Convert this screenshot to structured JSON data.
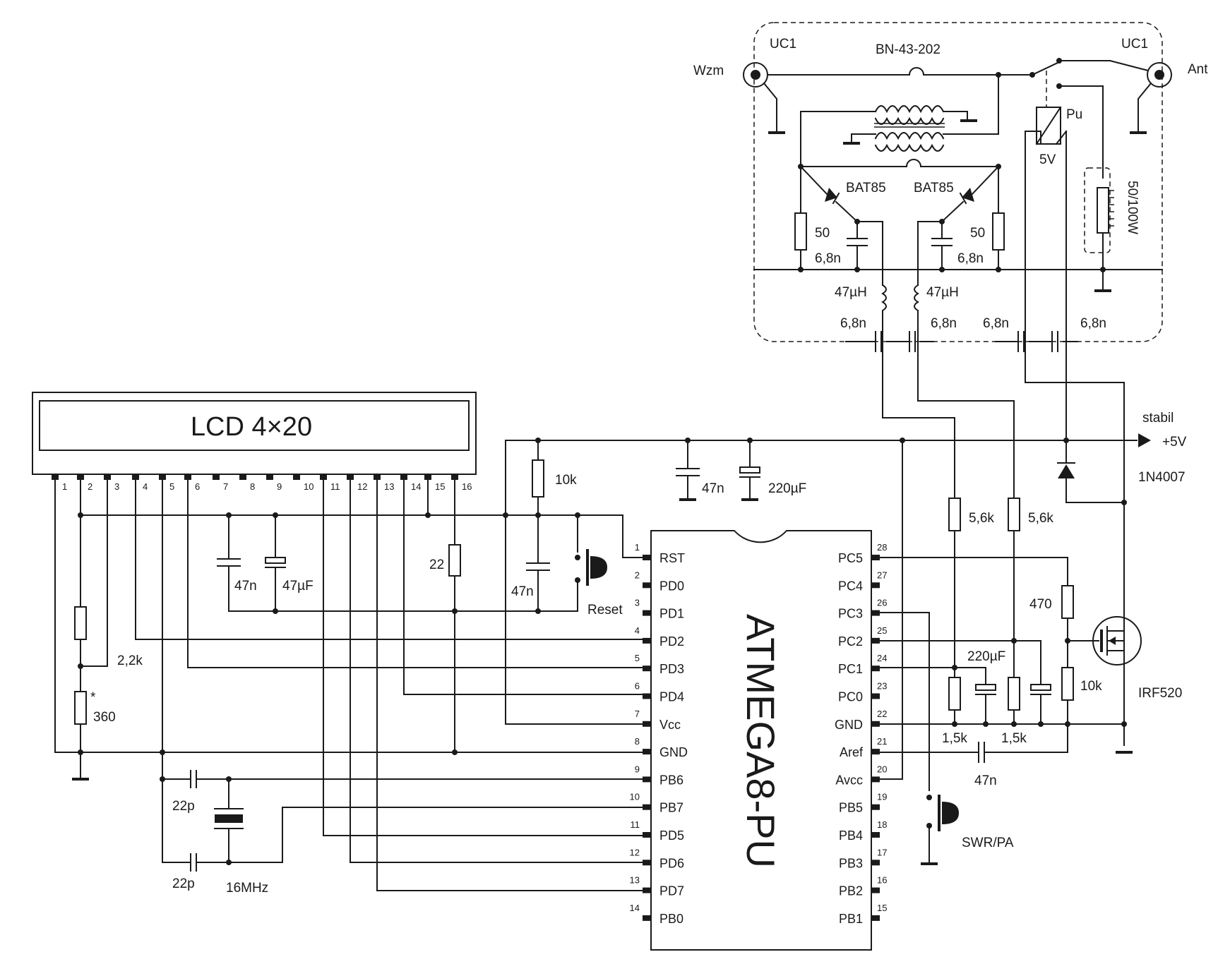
{
  "lcd": {
    "title": "LCD  4×20",
    "pins": [
      "1",
      "2",
      "3",
      "4",
      "5",
      "6",
      "7",
      "8",
      "9",
      "10",
      "11",
      "12",
      "13",
      "14",
      "15",
      "16"
    ]
  },
  "mcu": {
    "name": "ATMEGA8-PU",
    "left_pins": [
      {
        "num": "1",
        "name": "RST"
      },
      {
        "num": "2",
        "name": "PD0"
      },
      {
        "num": "3",
        "name": "PD1"
      },
      {
        "num": "4",
        "name": "PD2"
      },
      {
        "num": "5",
        "name": "PD3"
      },
      {
        "num": "6",
        "name": "PD4"
      },
      {
        "num": "7",
        "name": "Vcc"
      },
      {
        "num": "8",
        "name": "GND"
      },
      {
        "num": "9",
        "name": "PB6"
      },
      {
        "num": "10",
        "name": "PB7"
      },
      {
        "num": "11",
        "name": "PD5"
      },
      {
        "num": "12",
        "name": "PD6"
      },
      {
        "num": "13",
        "name": "PD7"
      },
      {
        "num": "14",
        "name": "PB0"
      }
    ],
    "right_pins": [
      {
        "num": "28",
        "name": "PC5"
      },
      {
        "num": "27",
        "name": "PC4"
      },
      {
        "num": "26",
        "name": "PC3"
      },
      {
        "num": "25",
        "name": "PC2"
      },
      {
        "num": "24",
        "name": "PC1"
      },
      {
        "num": "23",
        "name": "PC0"
      },
      {
        "num": "22",
        "name": "GND"
      },
      {
        "num": "21",
        "name": "Aref"
      },
      {
        "num": "20",
        "name": "Avcc"
      },
      {
        "num": "19",
        "name": "PB5"
      },
      {
        "num": "18",
        "name": "PB4"
      },
      {
        "num": "17",
        "name": "PB3"
      },
      {
        "num": "16",
        "name": "PB2"
      },
      {
        "num": "15",
        "name": "PB1"
      }
    ]
  },
  "labels": {
    "uc1_left": "UC1",
    "uc1_right": "UC1",
    "transformer": "BN-43-202",
    "wzm": "Wzm",
    "ant": "Ant",
    "pu": "Pu",
    "relay_v": "5V",
    "load": "50/100W",
    "diode_l": "BAT85",
    "diode_r": "BAT85",
    "r50_l": "50",
    "r50_r": "50",
    "c68_l": "6,8n",
    "c68_r": "6,8n",
    "l_l": "47µH",
    "l_r": "47µH",
    "cf1": "6,8n",
    "cf2": "6,8n",
    "cf3": "6,8n",
    "cf4": "6,8n",
    "stabil": "stabil",
    "plus5v": "+5V",
    "diode_1n": "1N4007",
    "r10k_top": "10k",
    "c47n_pwr": "47n",
    "c220_pwr": "220µF",
    "r56_l": "5,6k",
    "r56_r": "5,6k",
    "r470": "470",
    "r10k_gate": "10k",
    "mosfet": "IRF520",
    "c220_adc": "220µF",
    "r15_l": "1,5k",
    "r15_r": "1,5k",
    "c47n_aref": "47n",
    "swr": "SWR/PA",
    "r22": "22",
    "c47n_lcd": "47n",
    "c47u_lcd": "47µF",
    "c47n_rst": "47n",
    "reset": "Reset",
    "r22k": "2,2k",
    "star": "*",
    "r360": "360",
    "c22p_top": "22p",
    "c22p_bot": "22p",
    "xtal": "16MHz"
  }
}
